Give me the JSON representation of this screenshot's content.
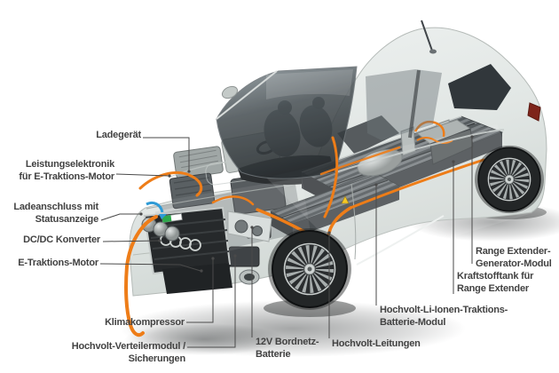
{
  "diagram": {
    "subject": "Electric car cutaway illustration with component callouts",
    "labels": {
      "ladegeraet": {
        "text": "Ladegerät"
      },
      "leistungselektronik": {
        "text": "Leistungselektronik\nfür E-Traktions-Motor"
      },
      "ladeanschluss": {
        "text": "Ladeanschluss mit\nStatusanzeige"
      },
      "dcdc": {
        "text": "DC/DC Konverter"
      },
      "etraktionsmotor": {
        "text": "E-Traktions-Motor"
      },
      "klimakompressor": {
        "text": "Klimakompressor"
      },
      "verteilermodul": {
        "text": "Hochvolt-Verteilermodul /\nSicherungen"
      },
      "bordnetzbatterie": {
        "text": "12V Bordnetz-\nBatterie"
      },
      "leitungen": {
        "text": "Hochvolt-Leitungen"
      },
      "liionenbatterie": {
        "text": "Hochvolt-Li-Ionen-Traktions-\nBatterie-Modul"
      },
      "kraftstofftank": {
        "text": "Kraftstofftank für\nRange Extender"
      },
      "rangeextender": {
        "text": "Range Extender-\nGenerator-Modul"
      }
    },
    "colors": {
      "cable_orange": "#ee7d18",
      "label_text": "#424242",
      "leader_line": "#4a4a4a",
      "status_green": "#2ea84b",
      "charge_arrow_blue": "#2f9bd6",
      "body_silver": "#e6eae8",
      "warning_yellow": "#f4c20d"
    }
  }
}
